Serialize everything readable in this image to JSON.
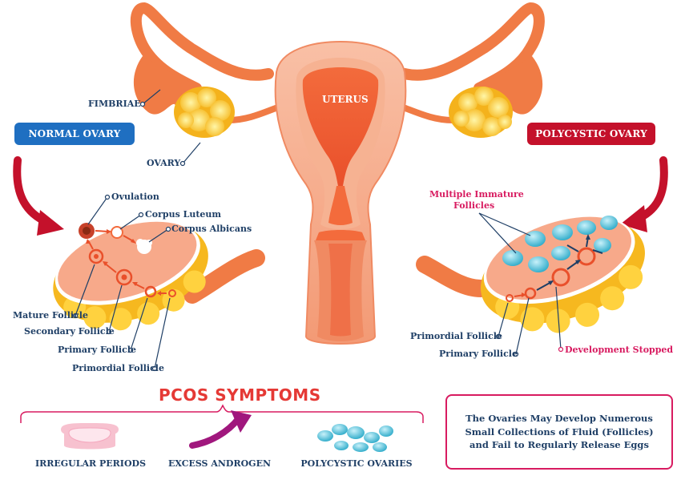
{
  "labels": {
    "uterus": "UTERUS",
    "fimbriae": "FIMBRIAE",
    "ovary": "OVARY",
    "normal_ovary": "NORMAL OVARY",
    "polycystic_ovary": "POLYCYSTIC OVARY",
    "ovulation": "Ovulation",
    "corpus_luteum": "Corpus Luteum",
    "corpus_albicans": "Corpus Albicans",
    "mature_follicle": "Mature Follicle",
    "secondary_follicle": "Secondary Follicle",
    "primary_follicle_left": "Primary Follicle",
    "primordial_follicle_left": "Primordial Follicle",
    "multiple_immature": "Multiple Immature",
    "follicles": "Follicles",
    "primordial_follicle_right": "Primordial Follicle",
    "primary_follicle_right": "Primary Follicle",
    "development_stopped": "Development Stopped"
  },
  "symptoms": {
    "title": "PCOS SYMPTOMS",
    "items": [
      {
        "label": "IRREGULAR PERIODS",
        "icon": "pad-icon"
      },
      {
        "label": "EXCESS ANDROGEN",
        "icon": "arrow-up-icon"
      },
      {
        "label": "POLYCYSTIC OVARIES",
        "icon": "cysts-icon"
      }
    ]
  },
  "info_box": {
    "text": "The Ovaries May Develop Numerous Small Collections of Fluid (Follicles) and Fail to Regularly Release Eggs"
  },
  "colors": {
    "uterus": "#f4a07a",
    "tube": "#f07b45",
    "ovary_yellow": "#ffd23f",
    "ovary_peach": "#f7a98a",
    "blue_pill": "#1f6fc1",
    "red_pill": "#c4112b",
    "cyst": "#4ec3d9",
    "accent_pink": "#d81b60",
    "text_navy": "#1f3f66"
  }
}
